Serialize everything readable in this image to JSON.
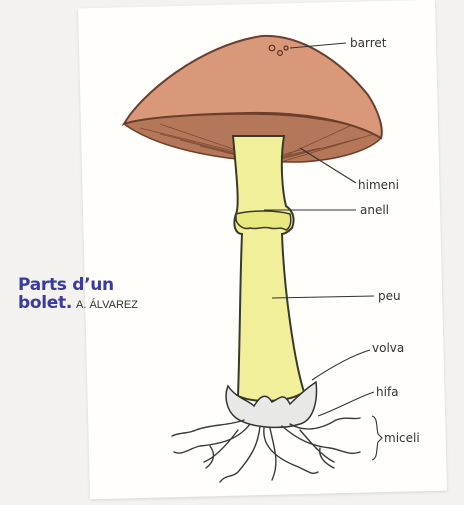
{
  "caption": {
    "title_line1": "Parts d’un",
    "title_line2": "bolet.",
    "credit": "A. ÁLVAREZ"
  },
  "labels": {
    "barret": "barret",
    "himeni": "himeni",
    "anell": "anell",
    "peu": "peu",
    "volva": "volva",
    "hifa": "hifa",
    "miceli": "miceli"
  },
  "colors": {
    "cap": "#d9987a",
    "gills": "#b57759",
    "stem": "#f1ef9a",
    "volva": "#e8e8e6",
    "caption_blue": "#3b3aa0"
  }
}
